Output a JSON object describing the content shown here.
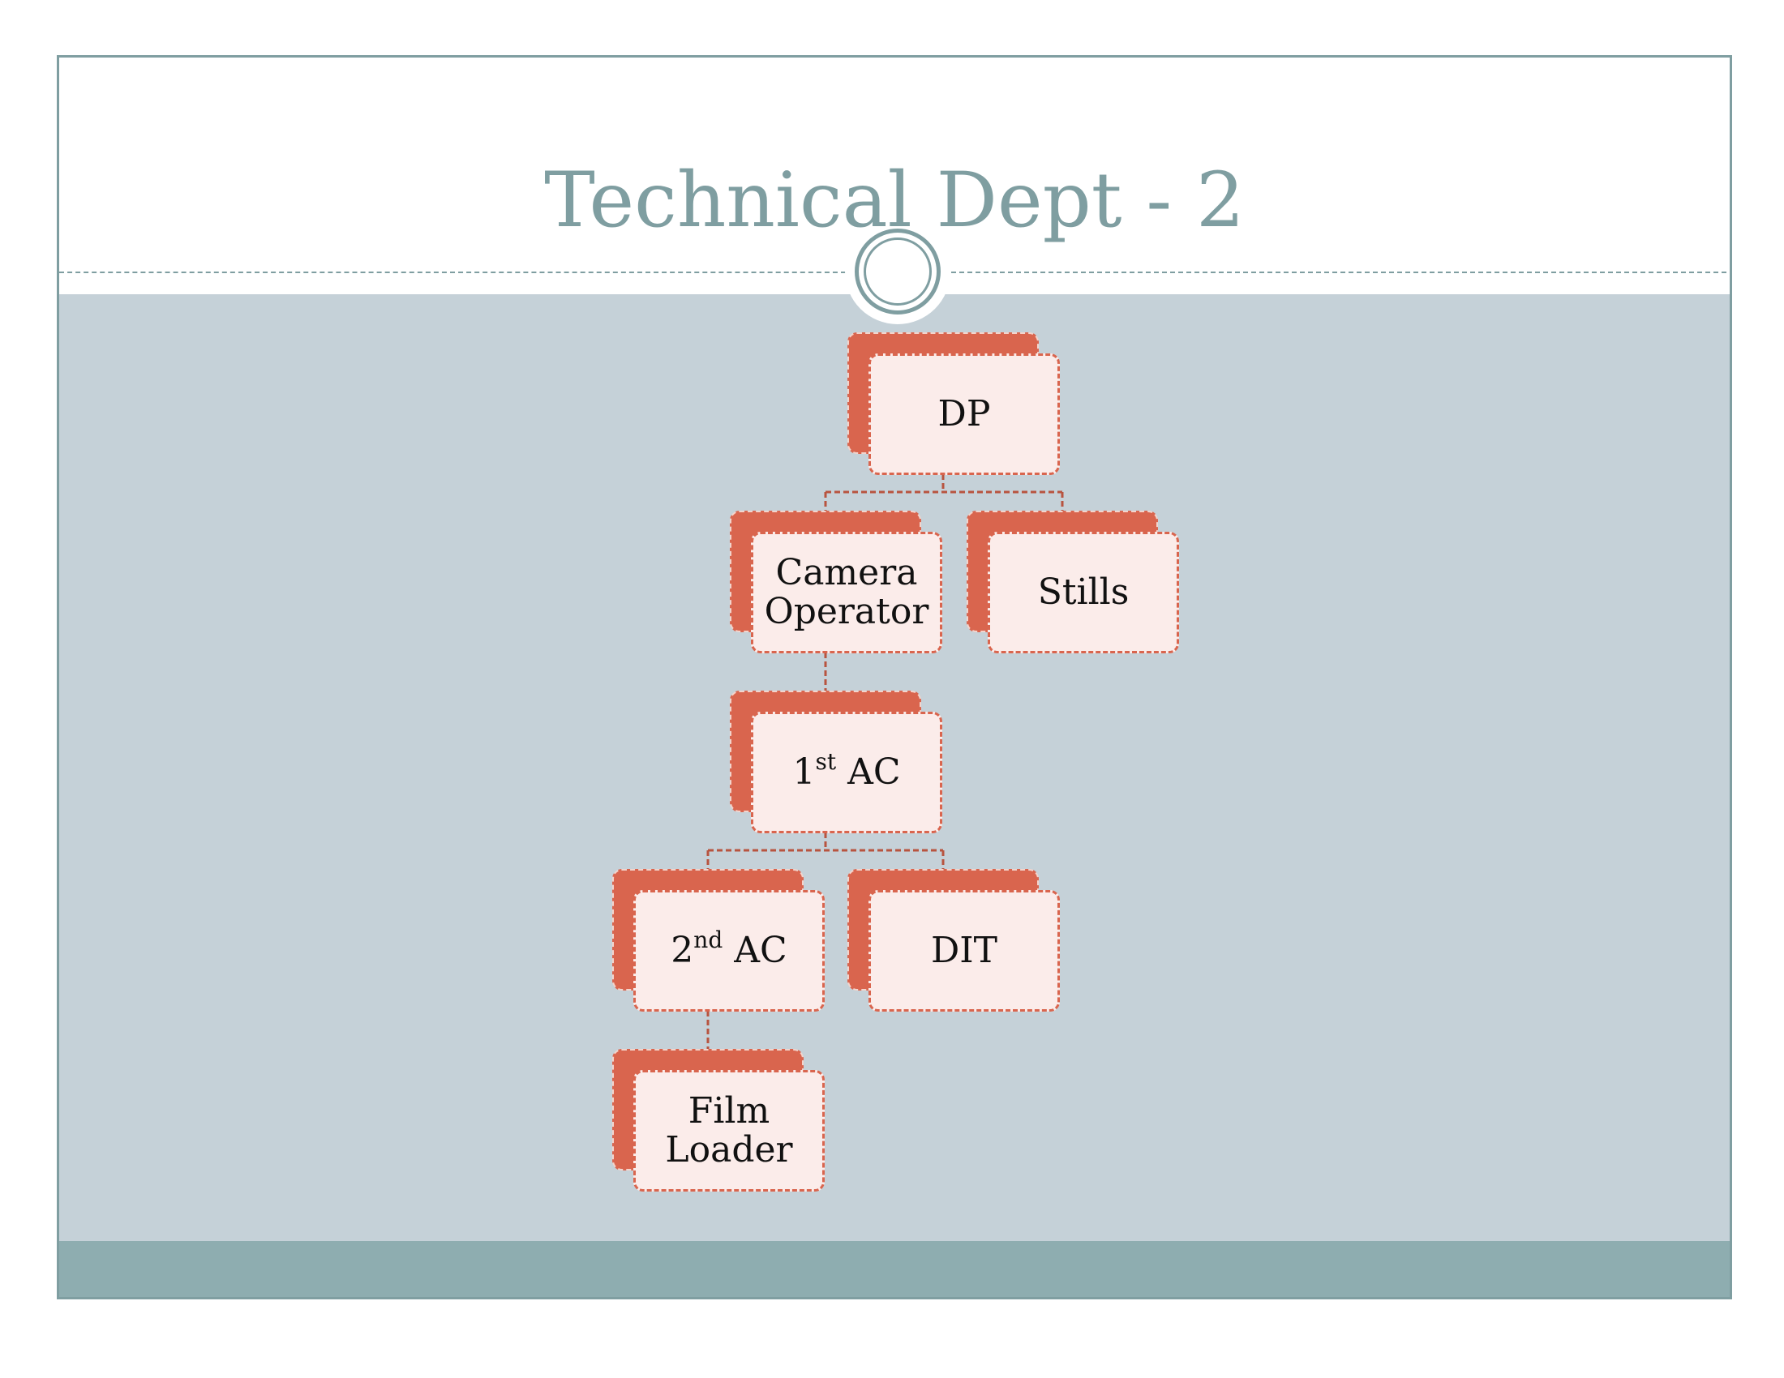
{
  "slide": {
    "title": "Technical Dept - 2"
  },
  "org_chart": {
    "nodes": [
      {
        "id": "dp",
        "label": "DP"
      },
      {
        "id": "camera-operator",
        "label_lines": [
          "Camera",
          "Operator"
        ]
      },
      {
        "id": "stills",
        "label": "Stills"
      },
      {
        "id": "first-ac",
        "number": "1",
        "ordinal": "st",
        "suffix": " AC"
      },
      {
        "id": "second-ac",
        "number": "2",
        "ordinal": "nd",
        "suffix": " AC"
      },
      {
        "id": "dit",
        "label": "DIT"
      },
      {
        "id": "film-loader",
        "label_lines": [
          "Film",
          "Loader"
        ]
      }
    ],
    "edges": [
      [
        "dp",
        "camera-operator"
      ],
      [
        "dp",
        "stills"
      ],
      [
        "camera-operator",
        "first-ac"
      ],
      [
        "first-ac",
        "second-ac"
      ],
      [
        "first-ac",
        "dit"
      ],
      [
        "second-ac",
        "film-loader"
      ]
    ]
  },
  "colors": {
    "theme_teal": "#7f9ea1",
    "body_background": "#c5d1d8",
    "footer_band": "#8eadb0",
    "node_accent": "#d9654e",
    "node_fill": "#fbecea",
    "text": "#111111"
  }
}
